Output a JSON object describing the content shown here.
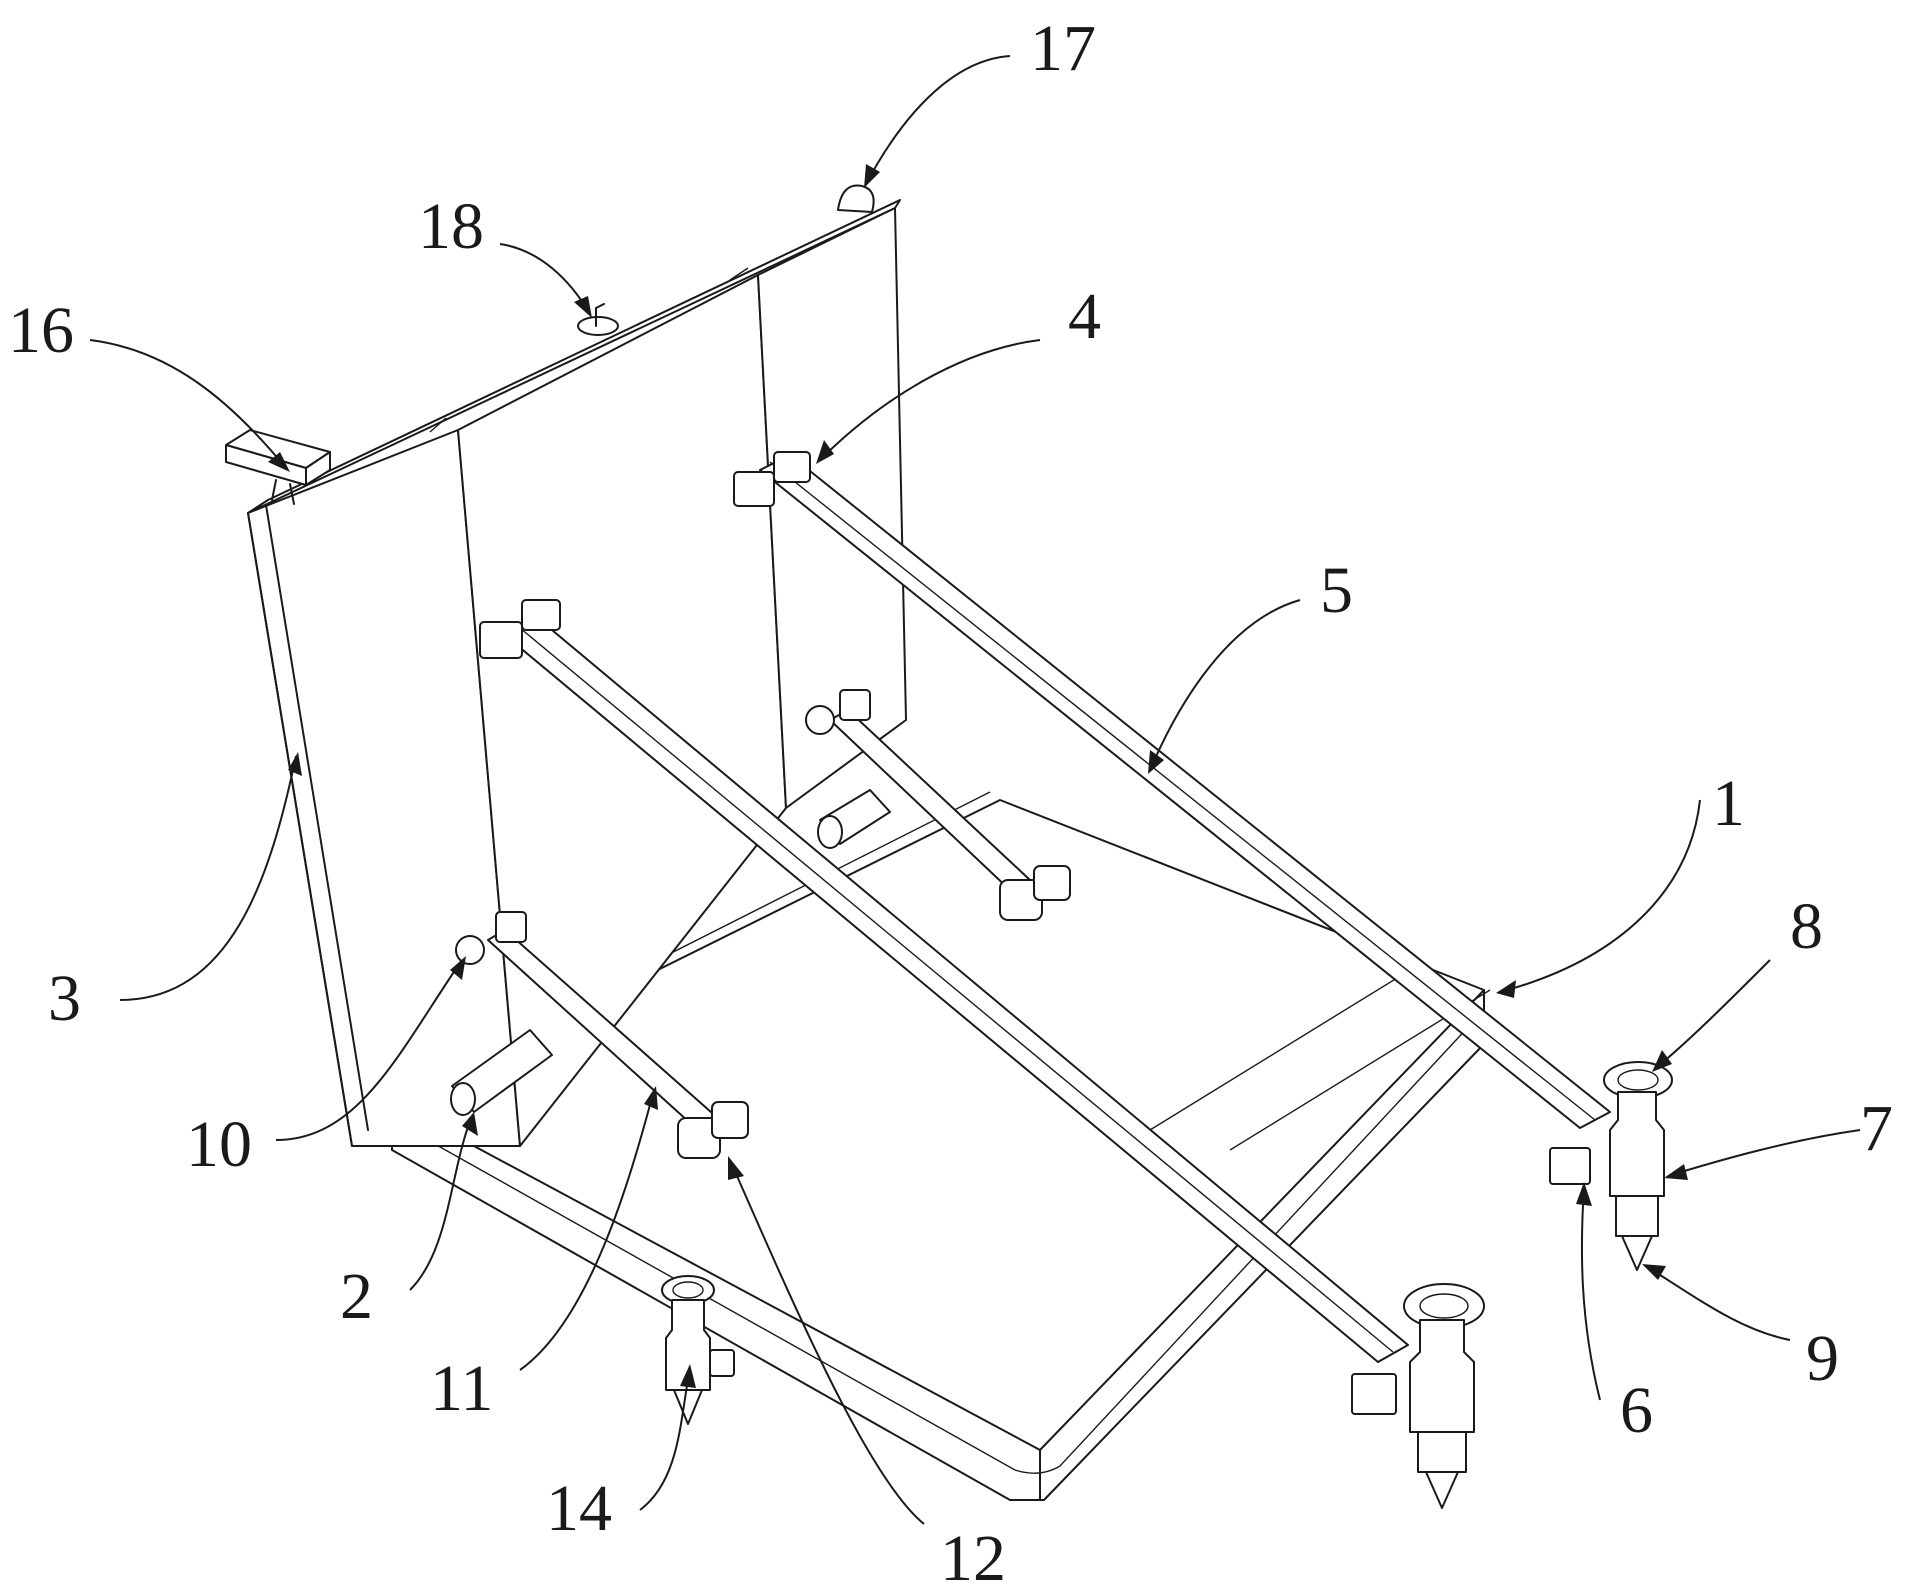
{
  "colors": {
    "ink": "#1a1a1a",
    "paper": "#ffffff"
  },
  "callouts": [
    "1",
    "2",
    "3",
    "4",
    "5",
    "6",
    "7",
    "8",
    "9",
    "10",
    "11",
    "12",
    "14",
    "16",
    "17",
    "18"
  ]
}
